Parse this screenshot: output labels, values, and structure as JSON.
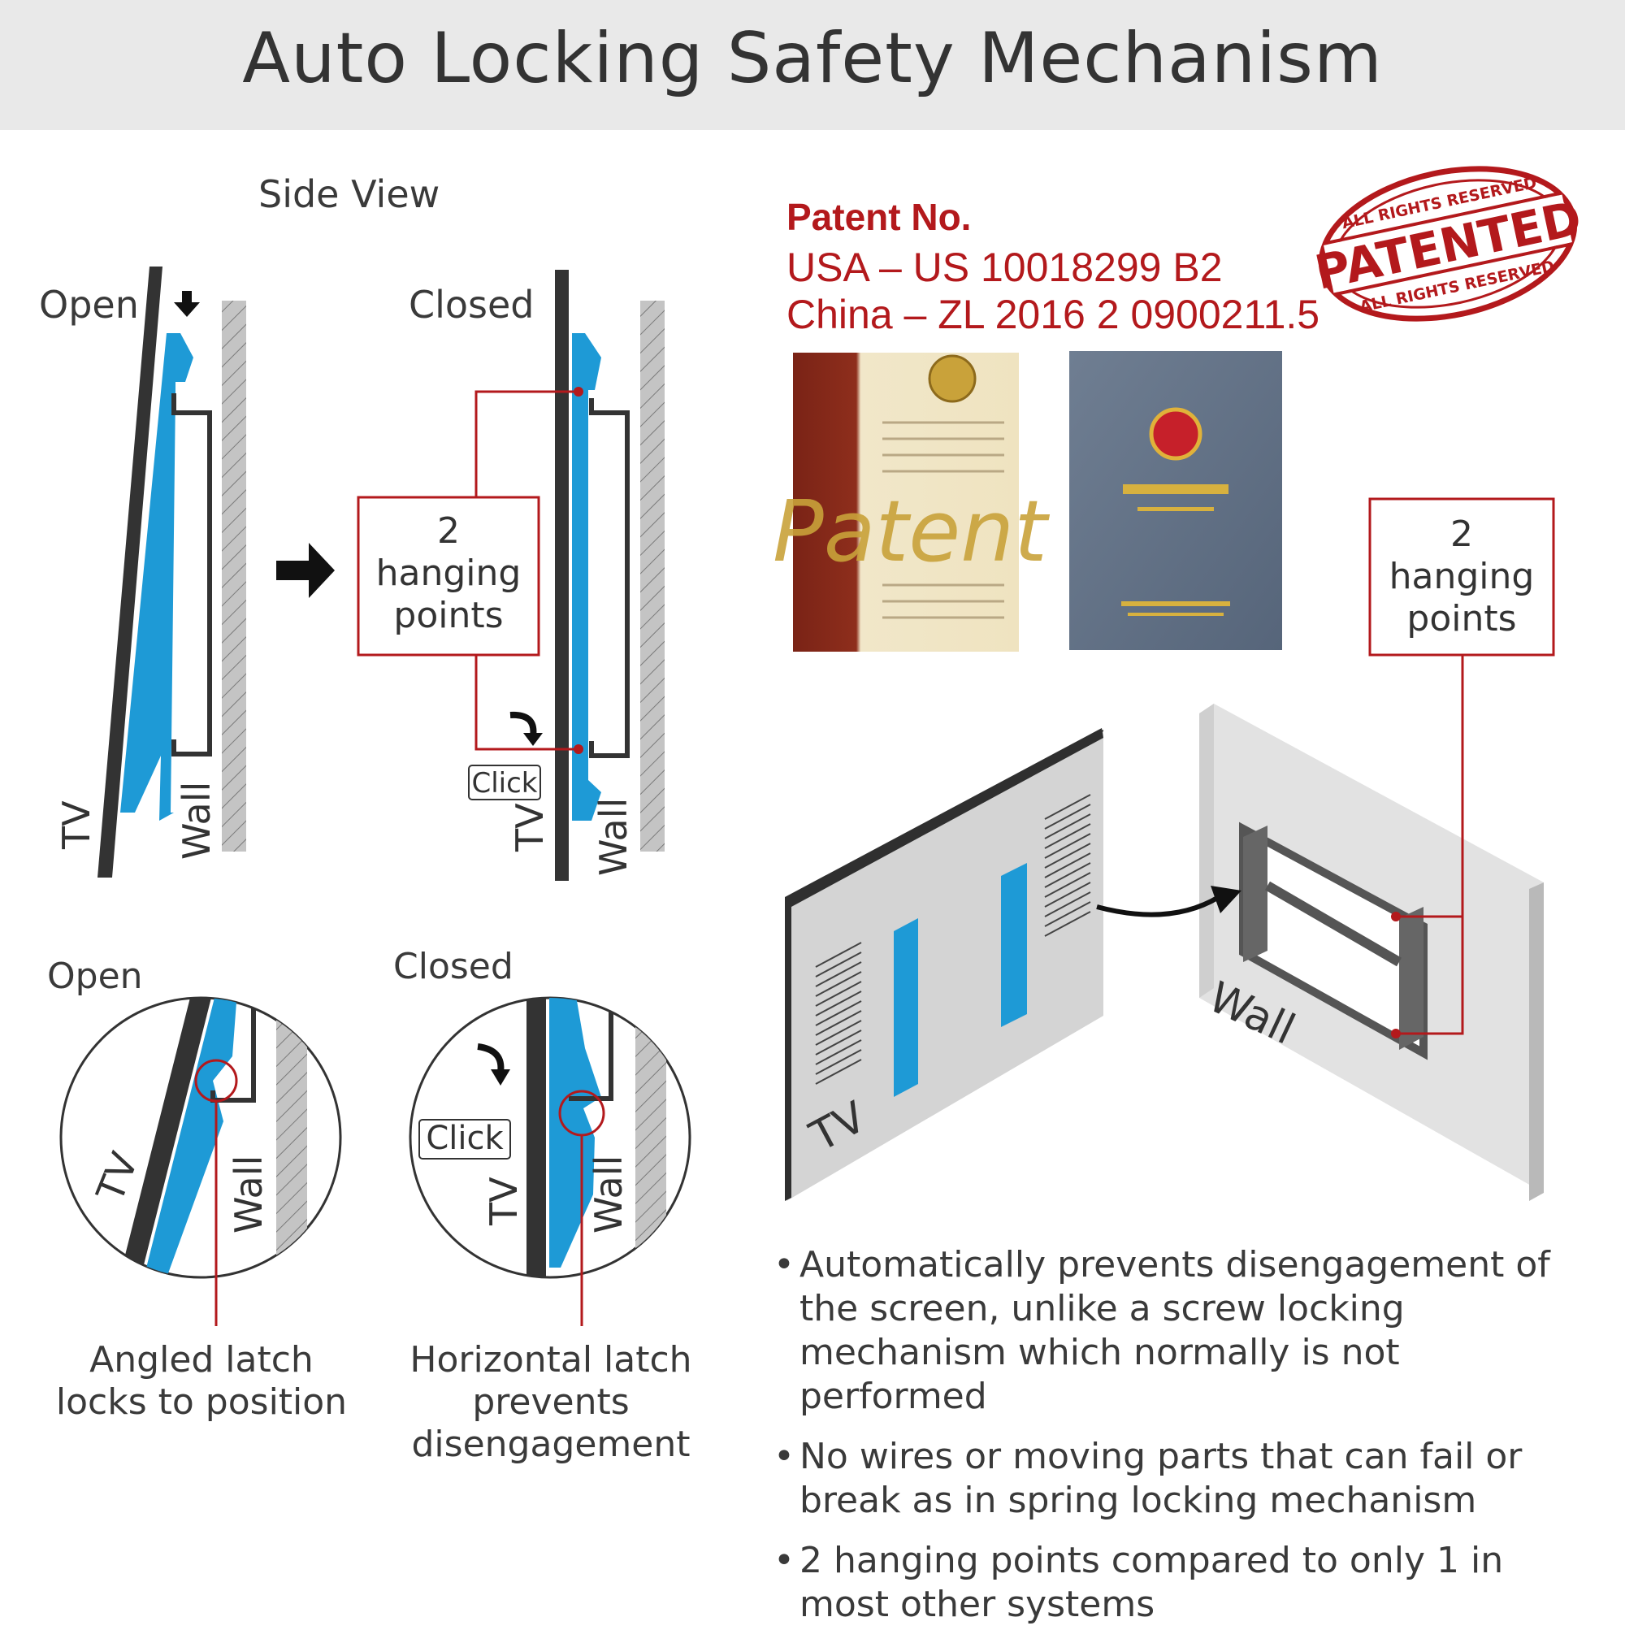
{
  "title": "Auto Locking Safety Mechanism",
  "side_view": {
    "heading": "Side View",
    "open_label": "Open",
    "closed_label": "Closed",
    "tv_label": "TV",
    "wall_label": "Wall",
    "hanging_box": "2\nhanging\npoints",
    "hanging_lines": [
      "2",
      "hanging",
      "points"
    ],
    "click_label": "Click"
  },
  "detail_view": {
    "open_label": "Open",
    "closed_label": "Closed",
    "tv_label": "TV",
    "wall_label": "Wall",
    "click_label": "Click",
    "open_caption_lines": [
      "Angled latch",
      "locks to position"
    ],
    "closed_caption_lines": [
      "Horizontal latch",
      "prevents",
      "disengagement"
    ]
  },
  "patent": {
    "heading": "Patent No.",
    "usa": "USA – US 10018299 B2",
    "china": "China – ZL 2016 2 0900211.5",
    "stamp_top": "ALL RIGHTS RESERVED",
    "stamp_main": "PATENTED",
    "stamp_bottom": "ALL RIGHTS RESERVED"
  },
  "iso_view": {
    "hanging_lines": [
      "2",
      "hanging",
      "points"
    ],
    "tv_label": "TV",
    "wall_label": "Wall"
  },
  "bullets": [
    "Automatically prevents disengagement of the screen, unlike a screw locking mechanism which normally is not performed",
    "No wires or moving parts that can fail or break as in spring locking mechanism",
    "2 hanging points compared to only 1 in most other systems"
  ],
  "colors": {
    "accent_red": "#b3191c",
    "bracket_blue": "#1e9ad6",
    "tv_dark": "#333333",
    "wall_gray": "#bdbdbd",
    "header_bg": "#e9e9e9"
  }
}
